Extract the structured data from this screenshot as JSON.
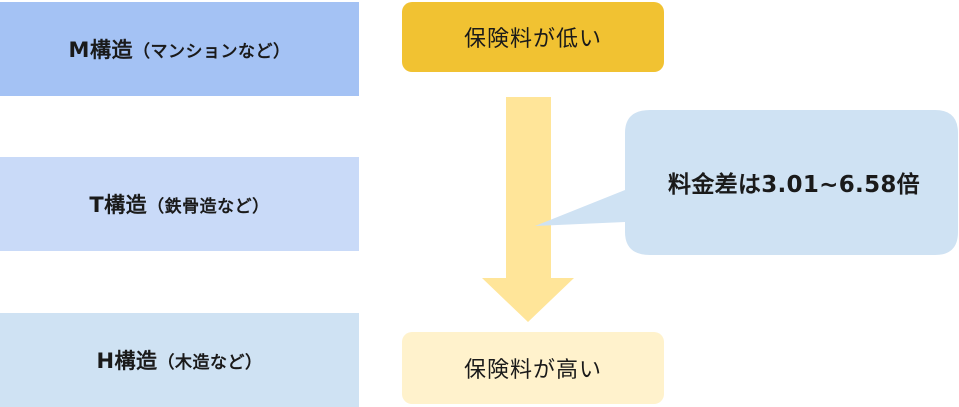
{
  "structures": [
    {
      "main": "M構造",
      "sub": "（マンションなど）"
    },
    {
      "main": "T構造",
      "sub": "（鉄骨造など）"
    },
    {
      "main": "H構造",
      "sub": "（木造など）"
    }
  ],
  "cost_low": "保険料が低い",
  "cost_high": "保険料が高い",
  "callout": "料金差は3.01~6.58倍",
  "colors": {
    "m_structure": "#a4c2f4",
    "t_structure": "#c9daf8",
    "h_structure": "#cfe2f3",
    "cost_low": "#f1c232",
    "cost_high": "#fff2cc",
    "arrow": "#ffe599",
    "callout": "#cfe2f3"
  }
}
